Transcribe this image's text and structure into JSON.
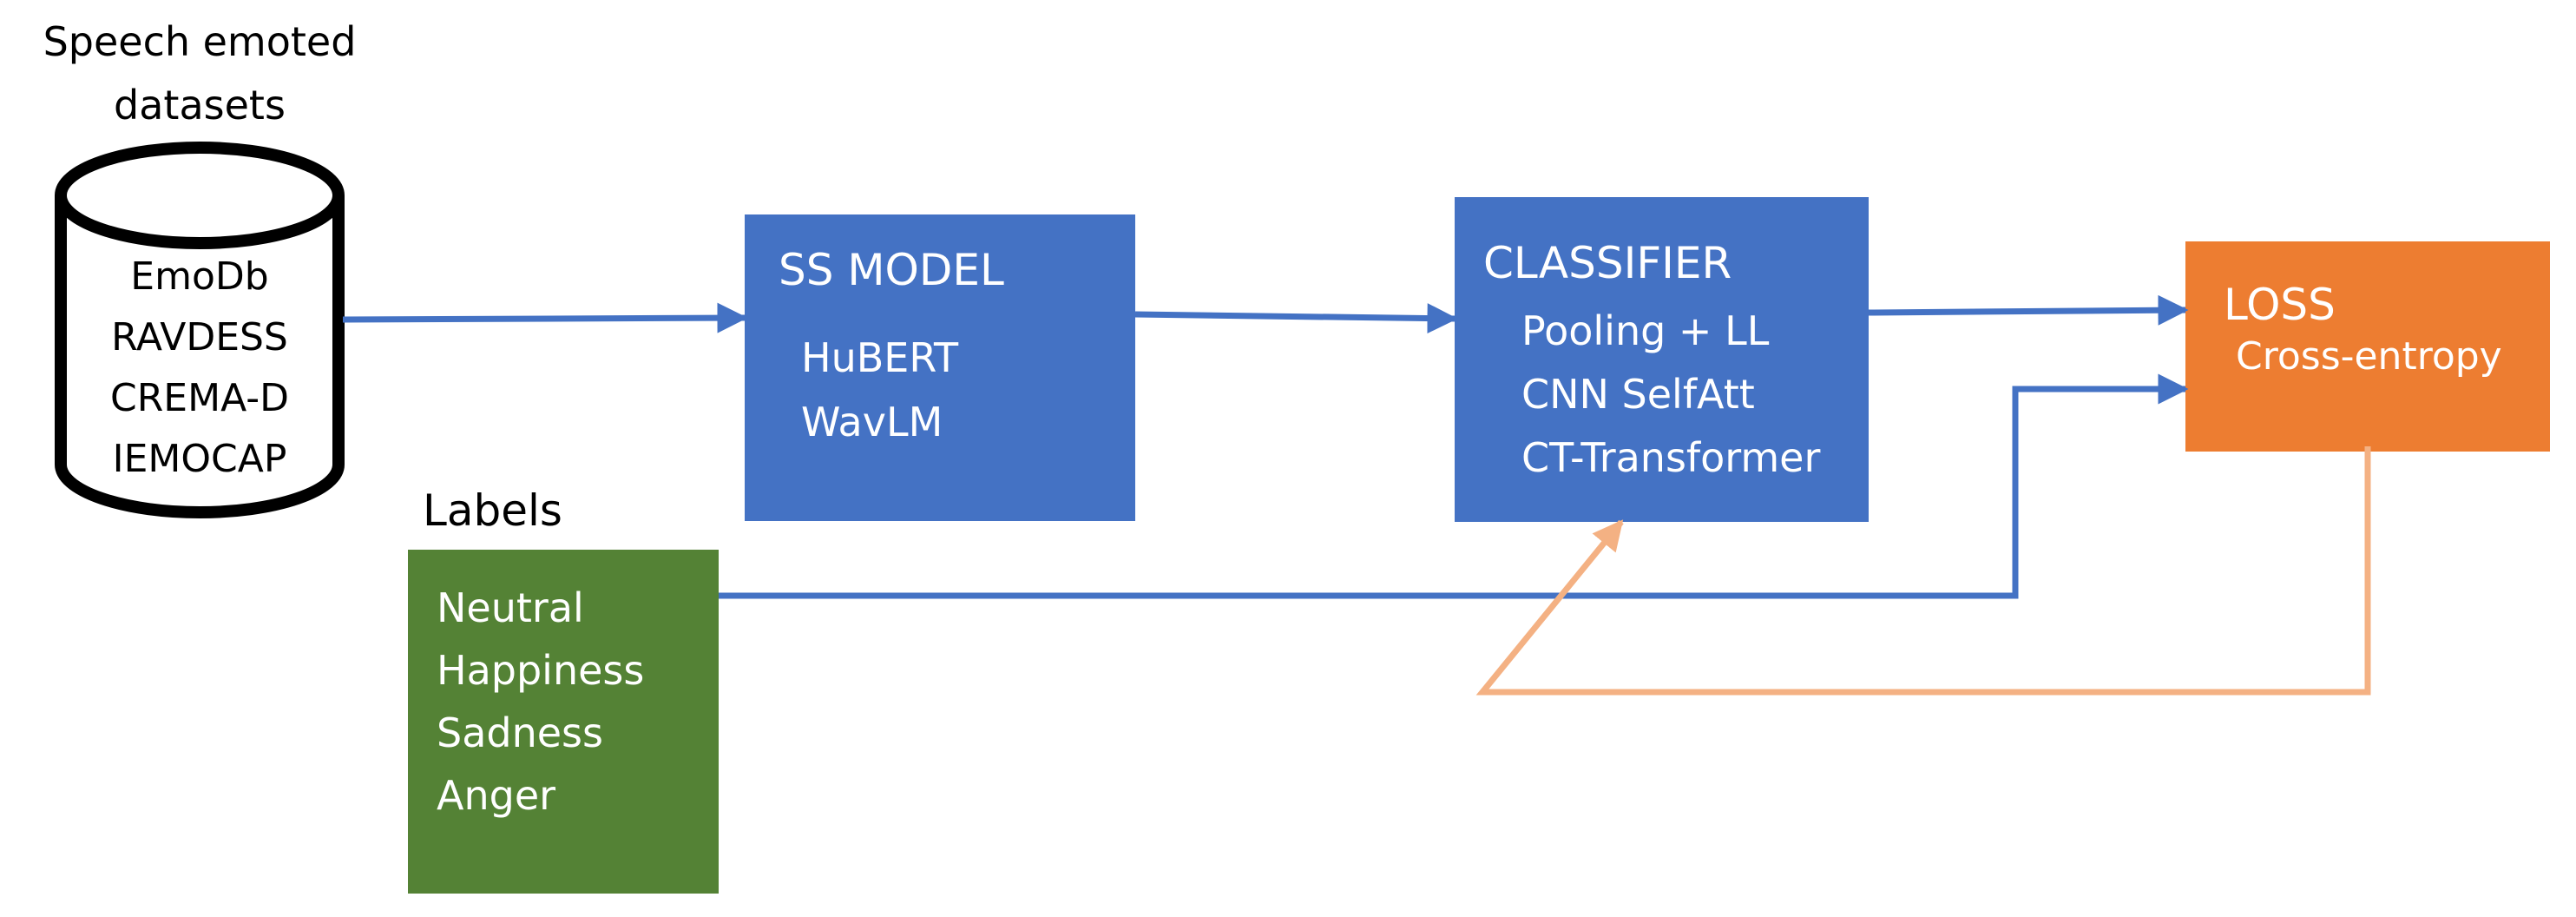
{
  "colors": {
    "blue_box": "#4472C4",
    "blue_arrow": "#4472C4",
    "green_box": "#548235",
    "orange_box": "#ED7D31",
    "feedback_arrow": "#F4B183",
    "white_text": "#FFFFFF",
    "black_text": "#000000"
  },
  "dataset": {
    "title_line1": "Speech emoted",
    "title_line2": "datasets",
    "items": [
      "EmoDb",
      "RAVDESS",
      "CREMA-D",
      "IEMOCAP"
    ]
  },
  "ss_model": {
    "title": "SS MODEL",
    "items": [
      "HuBERT",
      "WavLM"
    ]
  },
  "classifier": {
    "title": "CLASSIFIER",
    "items": [
      "Pooling + LL",
      "CNN SelfAtt",
      "CT-Transformer"
    ]
  },
  "loss": {
    "title": "LOSS",
    "subtitle": "Cross-entropy"
  },
  "labels": {
    "heading": "Labels",
    "items": [
      "Neutral",
      "Happiness",
      "Sadness",
      "Anger"
    ]
  }
}
